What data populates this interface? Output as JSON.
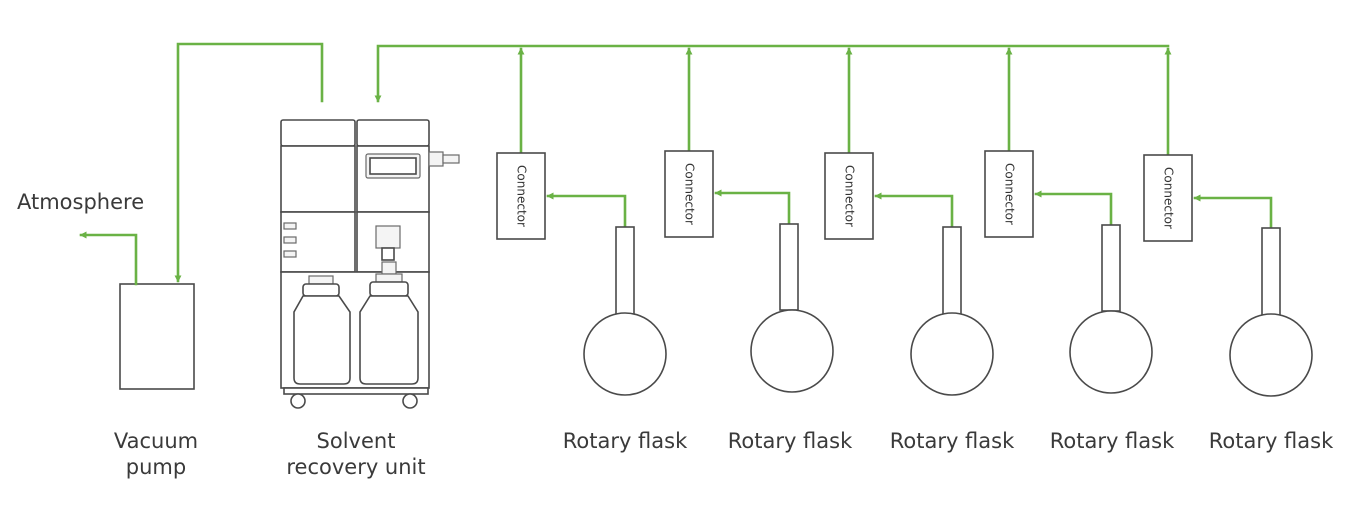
{
  "colors": {
    "pipe": "#6ab245",
    "outline": "#3a3a3a"
  },
  "labels": {
    "atmosphere": "Atmosphere",
    "vacuum_pump": [
      "Vacuum",
      "pump"
    ],
    "solvent_recovery_unit": [
      "Solvent",
      "recovery unit"
    ]
  },
  "connector_label": "Connector",
  "flask_label": "Rotary flask",
  "flask_count": 5,
  "icons": [
    "vacuum-pump-icon",
    "solvent-recovery-unit-icon",
    "connector-icon",
    "rotary-flask-icon",
    "flow-arrow-icon"
  ]
}
